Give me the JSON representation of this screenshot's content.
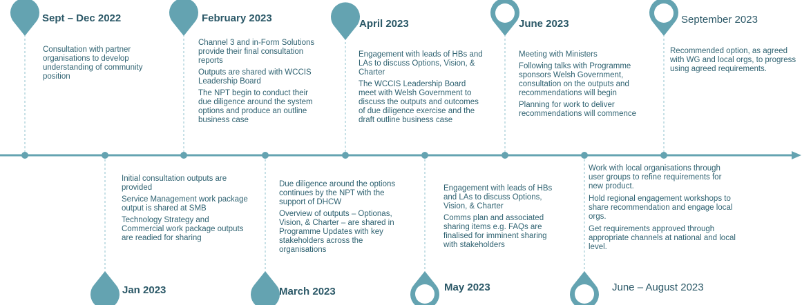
{
  "colors": {
    "accent": "#64a3b1",
    "text": "#2f6271",
    "label": "#2b5867",
    "dash": "#8fc0cc"
  },
  "milestones": [
    {
      "id": "sept-dec-2022",
      "label": "Sept – Dec 2022",
      "marker": "pin-solid",
      "items": [
        "Consultation with partner organisations to develop understanding of community position"
      ]
    },
    {
      "id": "jan-2023",
      "label": "Jan 2023",
      "marker": "drop-solid",
      "items": [
        "Initial consultation outputs are provided",
        "Service Management work package output is shared at SMB",
        "Technology Strategy and Commercial work package outputs are readied for sharing"
      ]
    },
    {
      "id": "feb-2023",
      "label": "February 2023",
      "marker": "pin-solid",
      "items": [
        "Channel 3 and in-Form Solutions provide their final consultation reports",
        "Outputs are shared with WCCIS Leadership Board",
        "The NPT begin to conduct their due diligence around the system options and produce an outline business case"
      ]
    },
    {
      "id": "march-2023",
      "label": "March 2023",
      "marker": "drop-solid",
      "items": [
        "Due diligence around the options continues by the NPT with the support of DHCW",
        "Overview of outputs – Optionas, Vision, & Charter – are shared in Programme Updates with key stakeholders across the organisations"
      ]
    },
    {
      "id": "april-2023",
      "label": "April 2023",
      "marker": "pin-solid",
      "items": [
        "Engagement with leads of HBs and LAs to discuss Options, Vision, & Charter",
        "The WCCIS Leadership Board meet with Welsh Government to discuss the outputs and outcomes of due diligence exercise and the draft outline business case"
      ]
    },
    {
      "id": "may-2023",
      "label": "May 2023",
      "marker": "drop-hollow",
      "items": [
        "Engagement with leads of HBs and LAs to discuss Options, Vision, & Charter",
        "Comms plan and associated sharing items e.g. FAQs are finalised for imminent sharing with stakeholders"
      ]
    },
    {
      "id": "june-2023",
      "label": "June 2023",
      "marker": "pin-hollow",
      "items": [
        "Meeting with Ministers",
        "Following talks with Programme sponsors Welsh Government, consultation on the outputs and recommendations will begin",
        "Planning for work to deliver recommendations will commence"
      ]
    },
    {
      "id": "june-aug-2023",
      "label": "June – August 2023",
      "marker": "drop-hollow",
      "items": [
        "Work with local organisations through user groups to refine requirements for new product.",
        "Hold regional engagement workshops to share recommendation and engage local orgs.",
        "Get requirements approved through appropriate channels at national and local level."
      ]
    },
    {
      "id": "sept-2023",
      "label": "September 2023",
      "marker": "pin-hollow",
      "items": [
        "Recommended option, as agreed with WG and local orgs, to progress using agreed requirements."
      ]
    }
  ]
}
